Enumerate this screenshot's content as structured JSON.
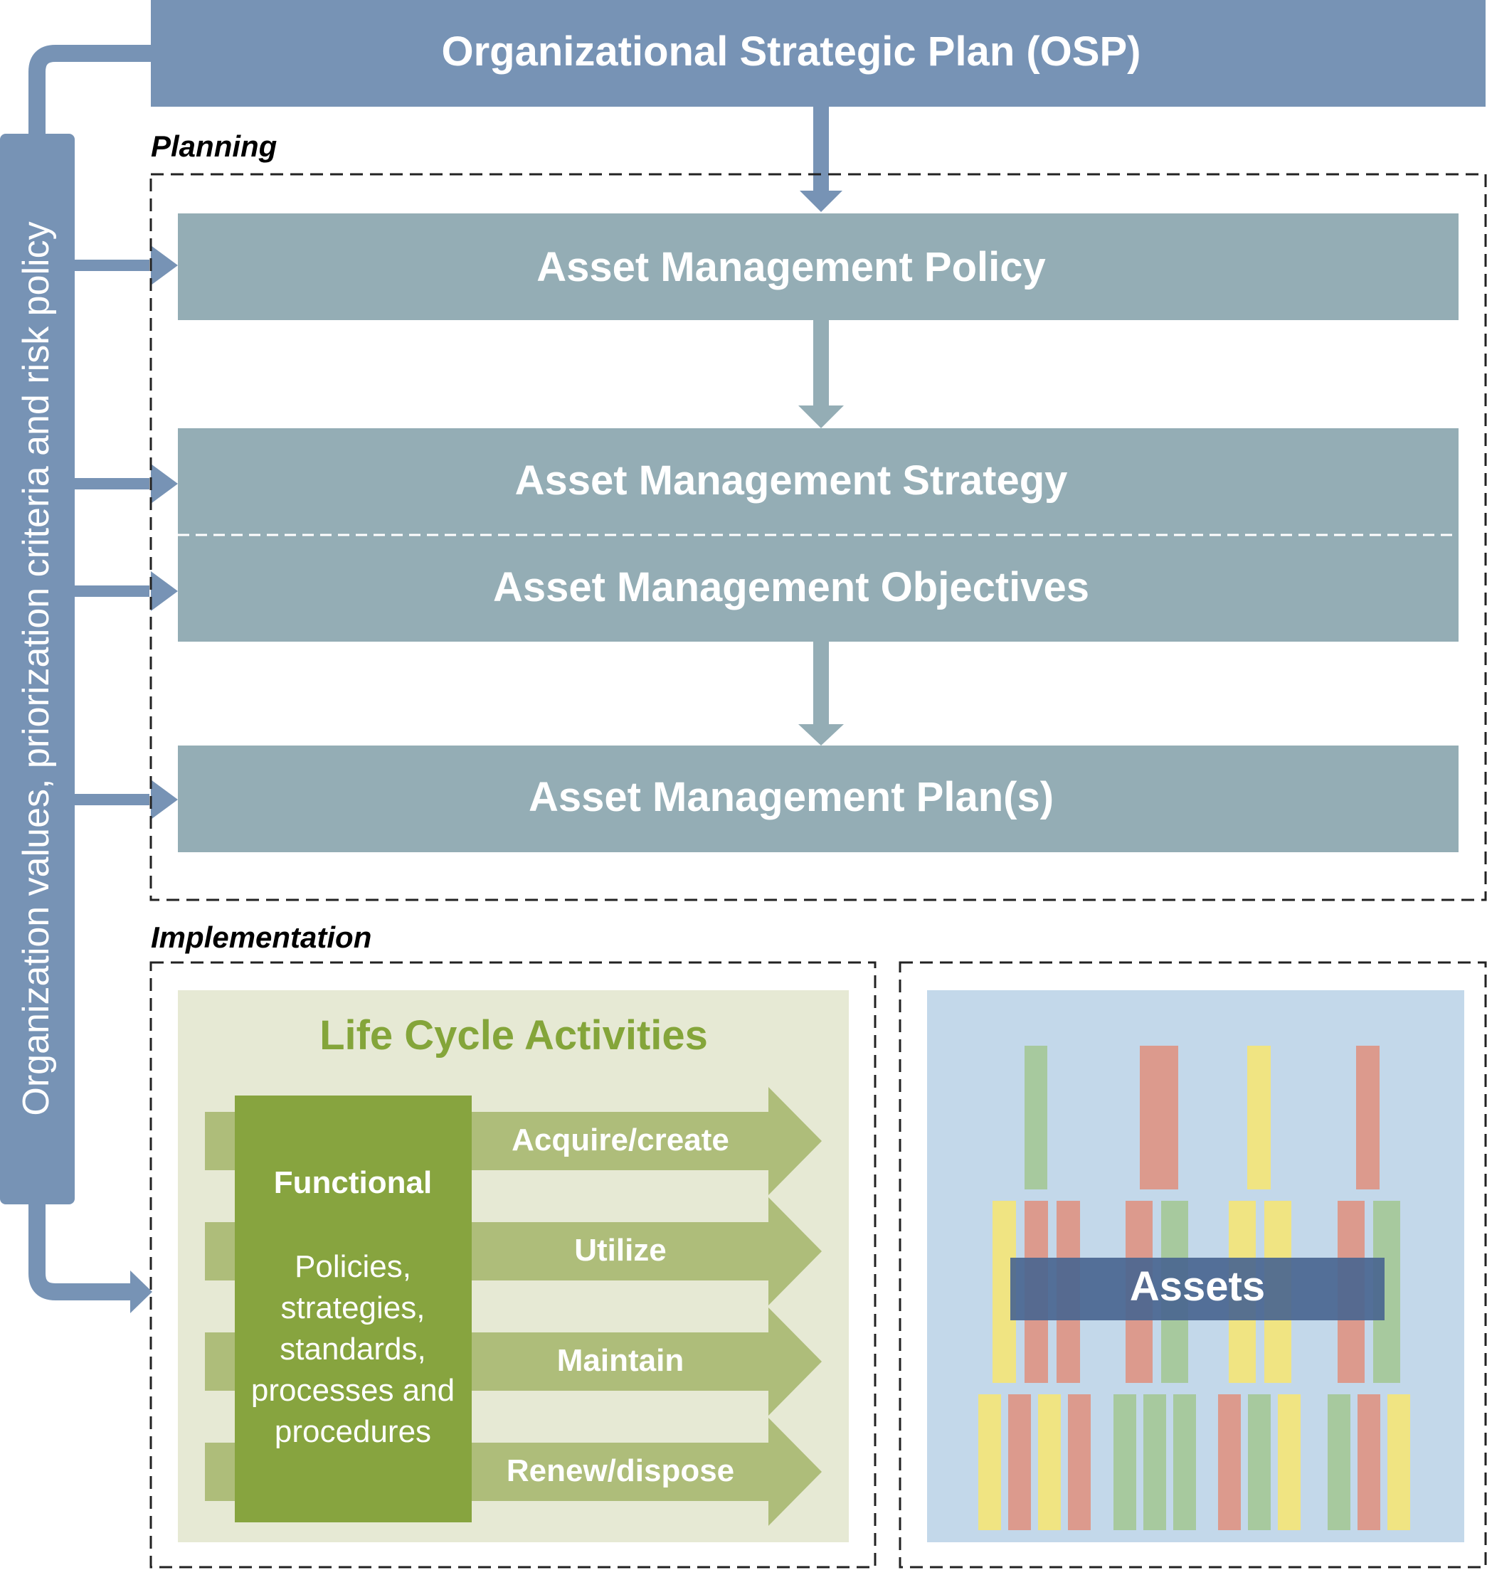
{
  "header": {
    "osp_title": "Organizational Strategic Plan (OSP)"
  },
  "side_bar": {
    "label": "Organization values, priorization criteria and risk policy"
  },
  "planning": {
    "label": "Planning",
    "policy": "Asset Management Policy",
    "strategy": "Asset Management Strategy",
    "objectives": "Asset Management Objectives",
    "plans": "Asset Management Plan(s)"
  },
  "implementation": {
    "label": "Implementation",
    "life_cycle": {
      "title": "Life Cycle Activities",
      "functional_title": "Functional",
      "functional_lines": [
        "Policies,",
        "strategies,",
        "standards,",
        "processes and",
        "procedures"
      ],
      "activities": [
        "Acquire/create",
        "Utilize",
        "Maintain",
        "Renew/dispose"
      ]
    },
    "assets": {
      "label": "Assets"
    }
  },
  "colors": {
    "osp_blue": "#7793b5",
    "planning_grey": "#94adb5",
    "lifecycle_bg": "#e6e9d4",
    "functional_green": "#87a43f",
    "arrow_green": "#aebd7a",
    "title_green": "#84a53a",
    "assets_bg": "#c3d8ea",
    "assets_label_bg": "#4a6690",
    "bar_green": "#a7c99e",
    "bar_red": "#dc9a8d",
    "bar_yellow": "#f0e482"
  }
}
